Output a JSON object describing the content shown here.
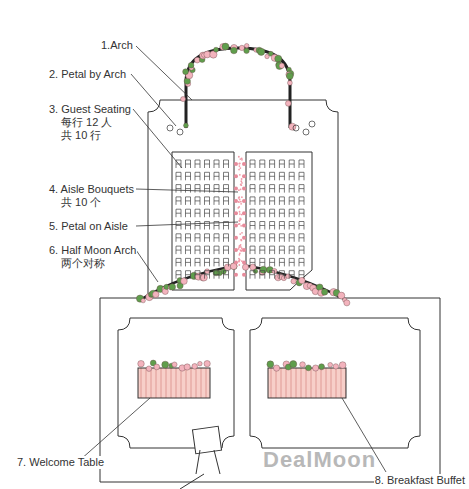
{
  "diagram": {
    "labels": [
      "1.Arch",
      "2. Petal by Arch",
      "3. Guest Seating",
      "每行 12 人",
      "共 10 行",
      "4. Aisle Bouquets",
      "共 10 个",
      "5. Petal on Aisle",
      "6. Half Moon Arch",
      "两个对称",
      "7. Welcome Table",
      "8. Breakfast Buffet",
      "DealMoon"
    ]
  }
}
